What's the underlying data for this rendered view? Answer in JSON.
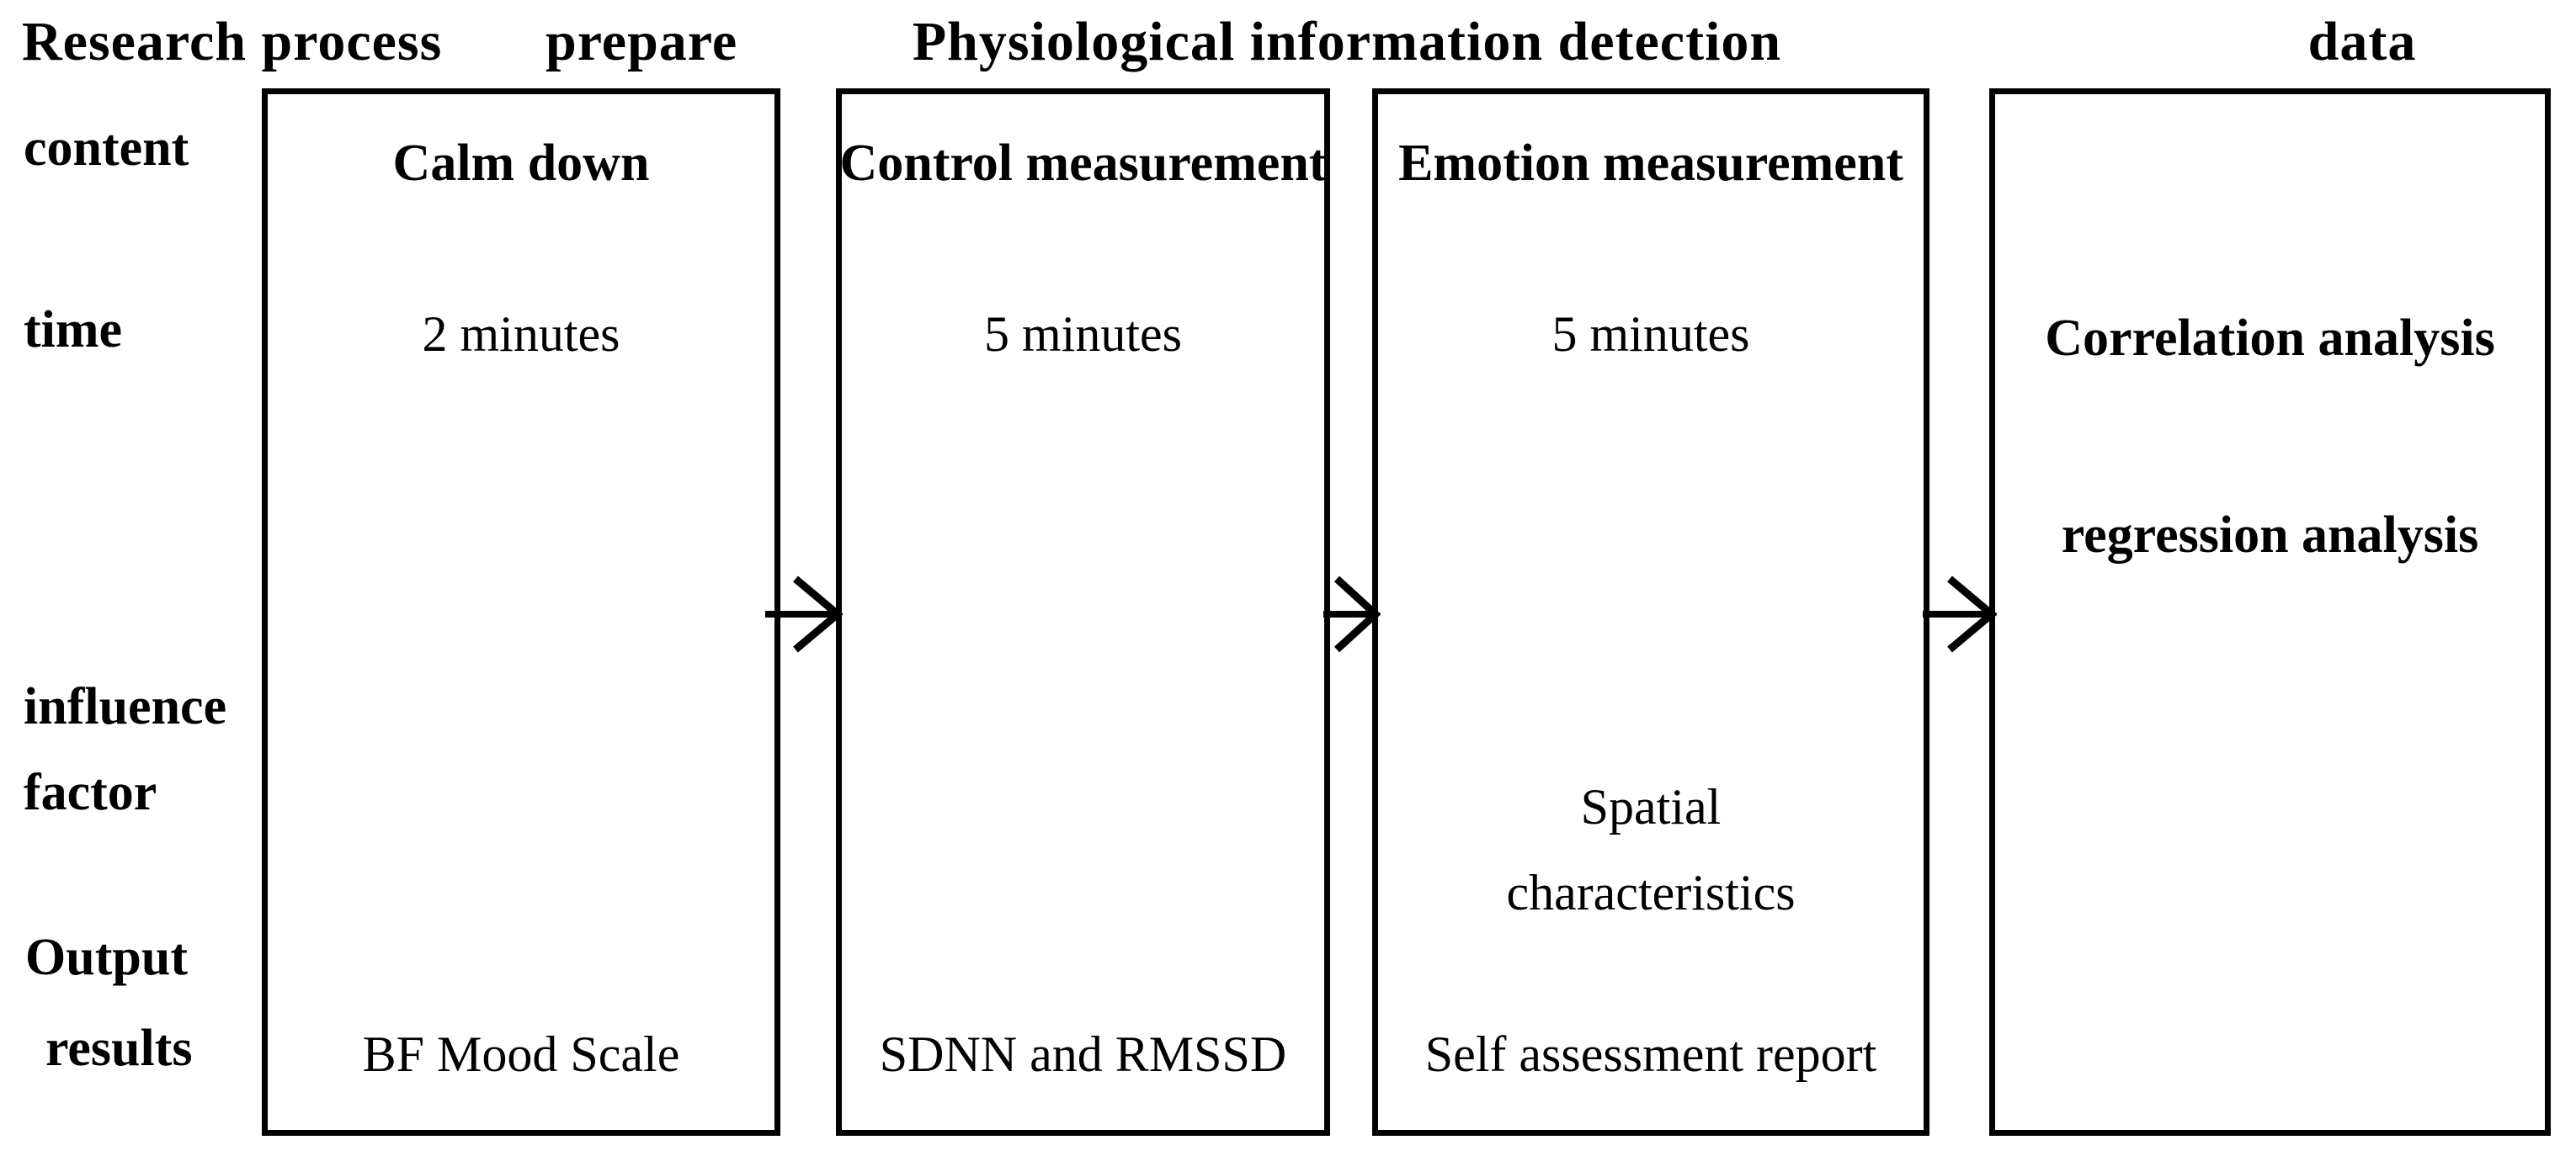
{
  "figure": {
    "title_row": {
      "research_process": "Research process",
      "prepare": "prepare",
      "physiological": "Physiological information detection",
      "data": "data"
    },
    "row_labels": {
      "content": "content",
      "time": "time",
      "influence": "influence",
      "factor": "factor",
      "output": "Output",
      "results": "results"
    },
    "stages": [
      {
        "name": "prepare",
        "content": "Calm down",
        "time": "2 minutes",
        "output": "BF Mood Scale"
      },
      {
        "name": "control-measurement",
        "content": "Control measurement",
        "time": "5 minutes",
        "output": "SDNN and RMSSD"
      },
      {
        "name": "emotion-measurement",
        "content": "Emotion measurement",
        "time": "5 minutes",
        "influence_factor_line1": "Spatial",
        "influence_factor_line2": "characteristics",
        "output": "Self assessment report"
      },
      {
        "name": "data-analysis",
        "analysis_line1": "Correlation analysis",
        "analysis_line2": "regression analysis"
      }
    ],
    "icons": {
      "flow_arrow": "→"
    },
    "colors": {
      "ink": "#000000",
      "background": "#ffffff"
    }
  }
}
